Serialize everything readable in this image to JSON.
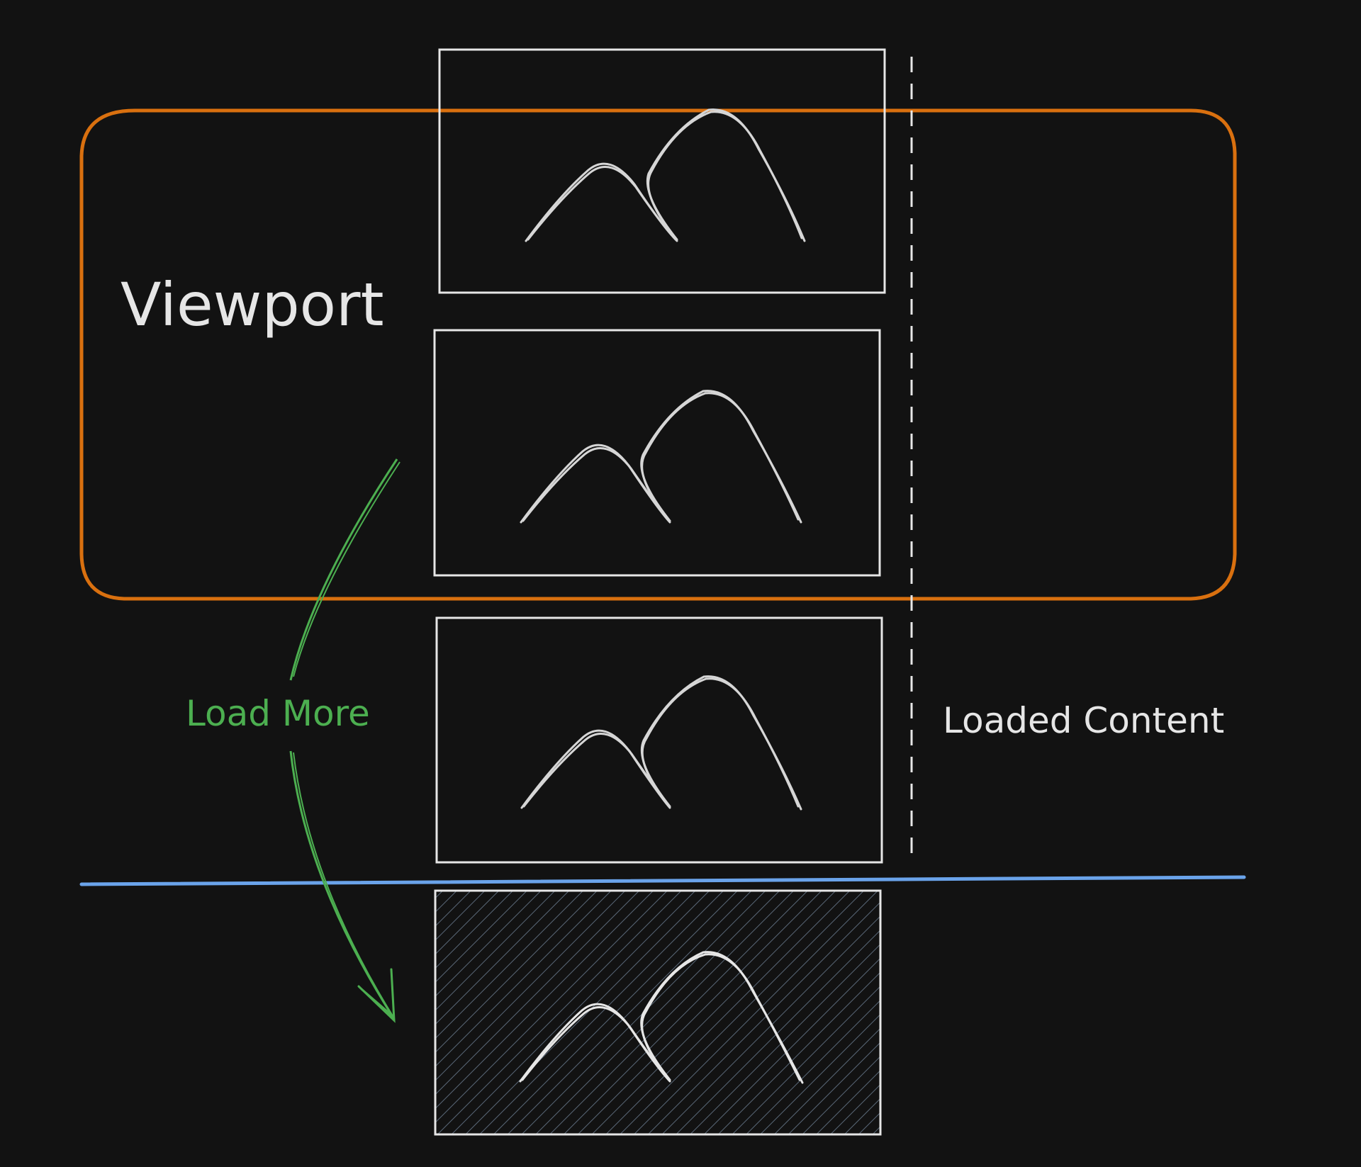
{
  "labels": {
    "viewport": "Viewport",
    "load_more": "Load More",
    "loaded_content": "Loaded Content"
  },
  "colors": {
    "background": "#121212",
    "viewport_border": "#d9700f",
    "load_more_arrow": "#4caf50",
    "threshold_line": "#6aa3ea",
    "card_stroke": "#e6e6e6",
    "pending_card_hatch": "#5a6878"
  },
  "cards": [
    {
      "icon": "mountain-icon",
      "state": "loaded"
    },
    {
      "icon": "mountain-icon",
      "state": "loaded"
    },
    {
      "icon": "mountain-icon",
      "state": "loaded"
    },
    {
      "icon": "mountain-icon",
      "state": "pending"
    }
  ]
}
